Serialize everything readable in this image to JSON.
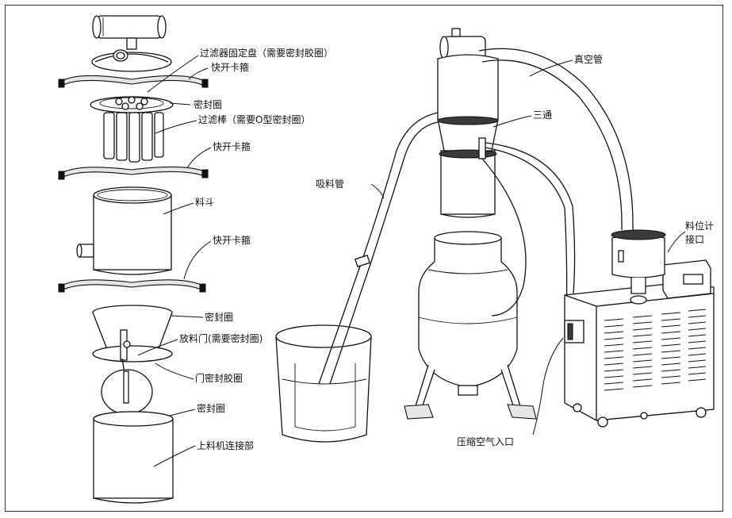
{
  "labels": {
    "filter_plate": "过滤器固定盘（需要密封胶圈）",
    "clamp_1": "快开卡箍",
    "seal_ring_1": "密封圈",
    "filter_rods": "过滤棒（需要O型密封圈）",
    "clamp_2": "快开卡箍",
    "hopper": "料斗",
    "clamp_3": "快开卡箍",
    "seal_ring_2": "密封圈",
    "discharge_door": "放料门(需要密封圈)",
    "door_gasket": "门密封胶圈",
    "seal_ring_3": "密封圈",
    "loader_connection": "上料机连接部",
    "vacuum_pipe": "真空管",
    "tee": "三通",
    "suction_pipe": "吸料管",
    "level_port_line1": "料位计",
    "level_port_line2": "接口",
    "compressed_air_inlet": "压缩空气入口"
  }
}
